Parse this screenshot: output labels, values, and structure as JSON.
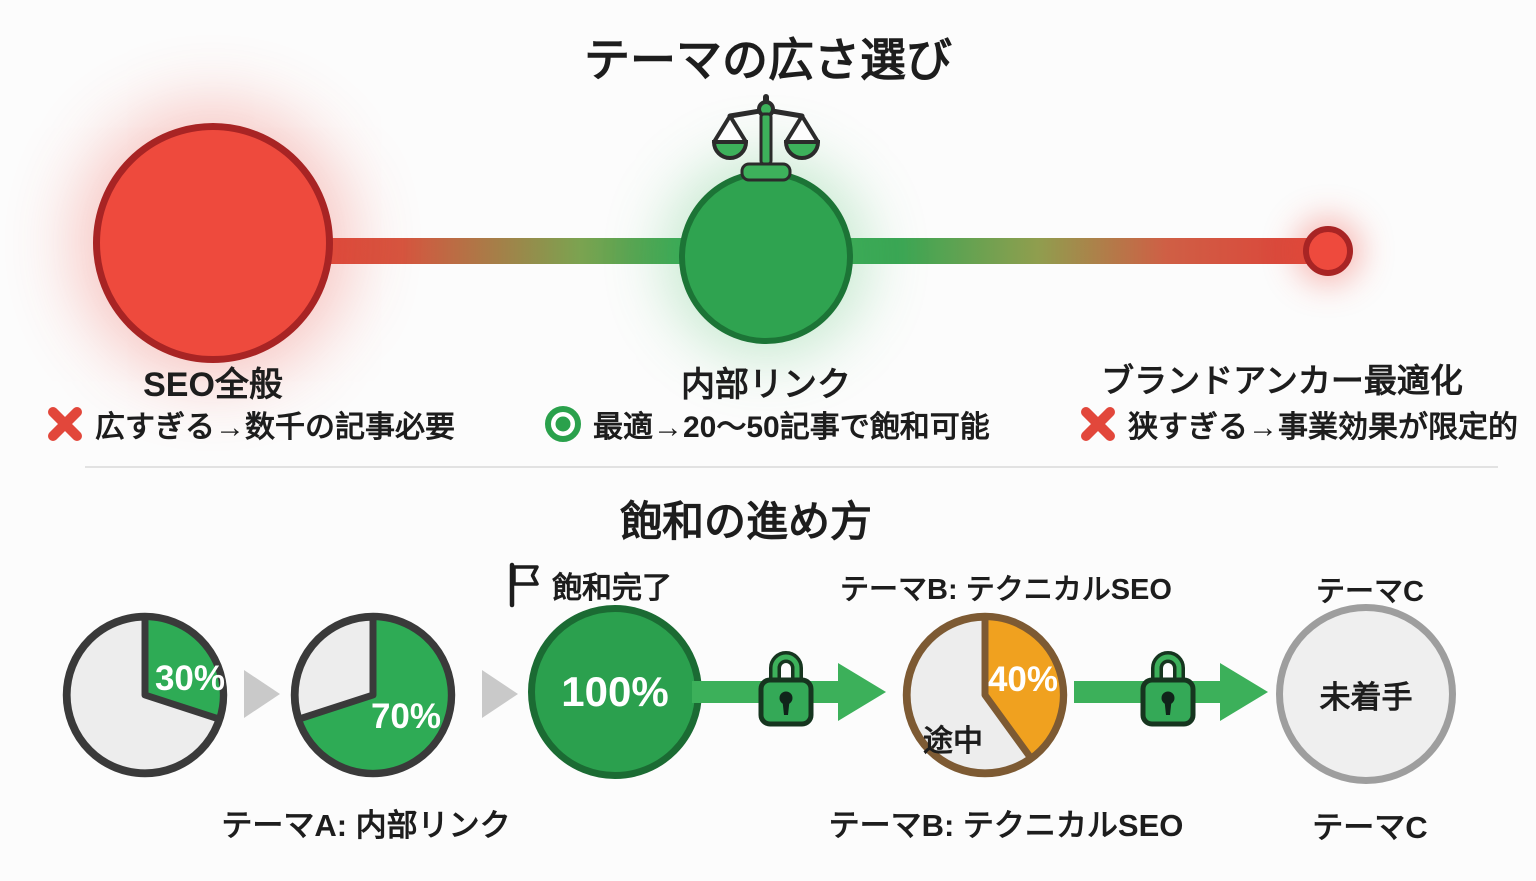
{
  "top": {
    "title": "テーマの広さ選び",
    "options": [
      {
        "label": "SEO全般",
        "verdict": "ng",
        "note": "広すぎる→数千の記事必要"
      },
      {
        "label": "内部リンク",
        "verdict": "best",
        "note": "最適→20〜50記事で飽和可能"
      },
      {
        "label": "ブランドアンカー最適化",
        "verdict": "ng",
        "note": "狭すぎる→事業効果が限定的"
      }
    ]
  },
  "bottom": {
    "title": "飽和の進め方",
    "milestone_label": "飽和完了",
    "stages": {
      "pie30": {
        "value": 30,
        "percent_label": "30%"
      },
      "pie70": {
        "value": 70,
        "percent_label": "70%"
      },
      "pie100": {
        "value": 100,
        "percent_label": "100%"
      },
      "pie40": {
        "value": 40,
        "percent_label": "40%",
        "status_label": "途中"
      },
      "pieC": {
        "value": 0,
        "status_label": "未着手"
      }
    },
    "labels": {
      "theme_a": "テーマA: 内部リンク",
      "theme_b_top": "テーマB: テクニカルSEO",
      "theme_b_bottom": "テーマB: テクニカルSEO",
      "theme_c_top": "テーマC",
      "theme_c_bottom": "テーマC"
    }
  },
  "icons": [
    "balance-scale-icon",
    "cross-icon",
    "double-circle-ok-icon",
    "flag-icon",
    "lock-icon",
    "arrow-right-icon",
    "chevron-right-icon"
  ],
  "colors": {
    "red": "#ee4a3d",
    "red_border": "#a82424",
    "green": "#2fa350",
    "green_border": "#1c7436",
    "pie_green": "#2eab55",
    "pie_gray": "#ededed",
    "pie_border_dark": "#3a3a3a",
    "orange": "#f0a11f",
    "orange_border": "#7d5a33",
    "untouched_border": "#9e9e9e",
    "arrow_green": "#3cb05a",
    "chevron_gray": "#c9c9c9",
    "text": "#1d1d1d"
  }
}
